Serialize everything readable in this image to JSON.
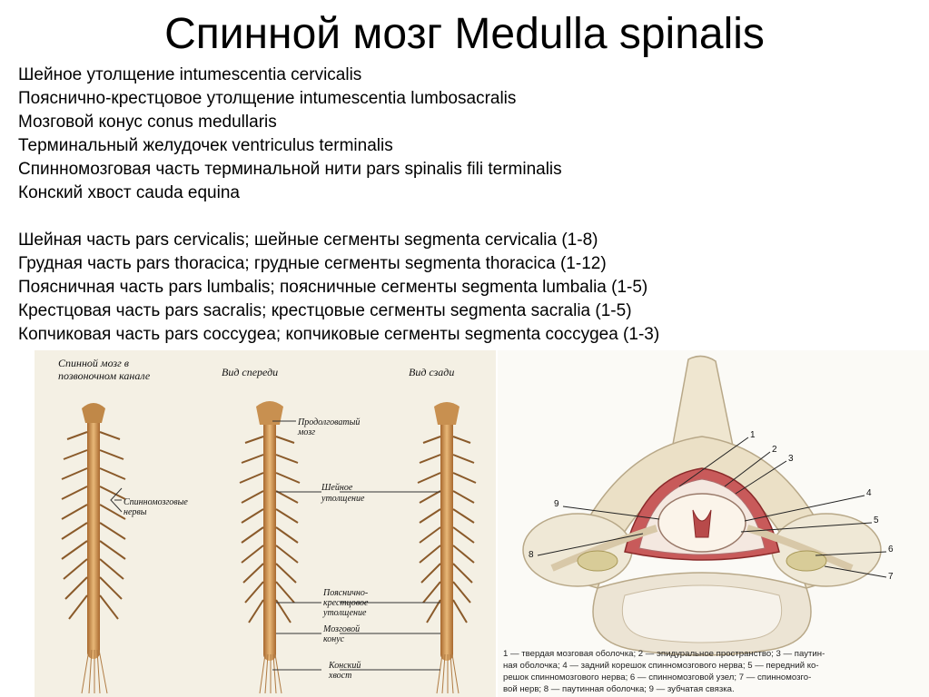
{
  "title": "Спинной мозг Medulla spinalis",
  "list1": [
    "Шейное утолщение intumescentia cervicalis",
    "Пояснично-крестцовое утолщение intumescentia lumbosacralis",
    "Мозговой конус conus medullaris",
    "Терминальный желудочек ventriculus terminalis",
    "Спинномозговая часть терминальной нити pars spinalis fili terminalis",
    "Конский хвост cauda equina"
  ],
  "list2": [
    "Шейная часть pars cervicalis; шейные сегменты segmenta cervicalia (1-8)",
    "Грудная часть pars thoracica; грудные сегменты segmenta thoracica (1-12)",
    "Поясничная часть pars lumbalis; поясничные сегменты segmenta lumbalia (1-5)",
    "Крестцовая часть pars sacralis; крестцовые сегменты segmenta sacralia (1-5)",
    "Копчиковая часть pars coccygea; копчиковые сегменты segmenta coccygea (1-3)"
  ],
  "figure_left": {
    "caption_canal_1": "Спинной мозг в",
    "caption_canal_2": "позвоночном канале",
    "caption_front": "Вид спереди",
    "caption_back": "Вид сзади",
    "ann_nerves_1": "Спинномозговые",
    "ann_nerves_2": "нервы",
    "ann_medulla_1": "Продолговатый",
    "ann_medulla_2": "мозг",
    "ann_cervical_1": "Шейное",
    "ann_cervical_2": "утолщение",
    "ann_lumbo_1": "Пояснично-",
    "ann_lumbo_2": "крестцовое",
    "ann_lumbo_3": "утолщение",
    "ann_conus_1": "Мозговой",
    "ann_conus_2": "конус",
    "ann_cauda_1": "Конский",
    "ann_cauda_2": "хвост"
  },
  "figure_right": {
    "numbers": [
      "1",
      "2",
      "3",
      "4",
      "5",
      "6",
      "7",
      "8",
      "9"
    ],
    "legend": [
      "1 — твердая мозговая оболочка; 2 — эпидуральное пространство; 3 — паутин-",
      "ная оболочка; 4 — задний корешок спинномозгового нерва; 5 — передний ко-",
      "решок спинномозгового нерва; 6 — спинномозговой узел; 7 — спинномозго-",
      "вой нерв; 8 — паутинная оболочка; 9 — зубчатая связка."
    ]
  }
}
